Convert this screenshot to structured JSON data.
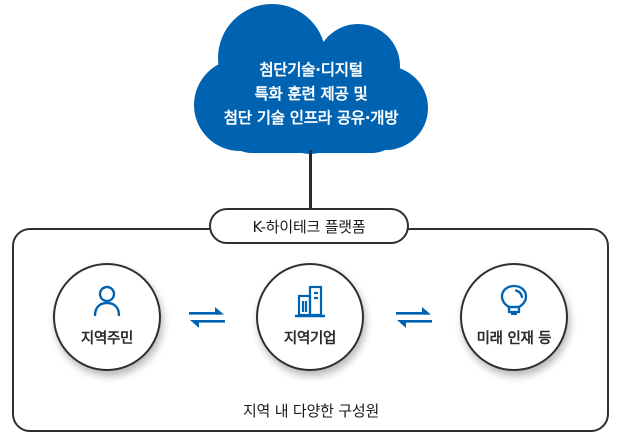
{
  "colors": {
    "accent": "#0063b2",
    "line": "#2f2f2f",
    "text": "#222222"
  },
  "cloud": {
    "lines": [
      "첨단기술·디지털",
      "특화 훈련 제공 및",
      "첨단 기술 인프라 공유·개방"
    ]
  },
  "platform": {
    "title": "K-하이테크 플랫폼",
    "caption": "지역 내 다양한 구성원"
  },
  "nodes": [
    {
      "label": "지역주민",
      "icon": "person-icon"
    },
    {
      "label": "지역기업",
      "icon": "building-icon"
    },
    {
      "label": "미래 인재 등",
      "icon": "lightbulb-icon"
    }
  ],
  "arrows": [
    {
      "icon": "bidirectional-arrows-icon"
    },
    {
      "icon": "bidirectional-arrows-icon"
    }
  ]
}
